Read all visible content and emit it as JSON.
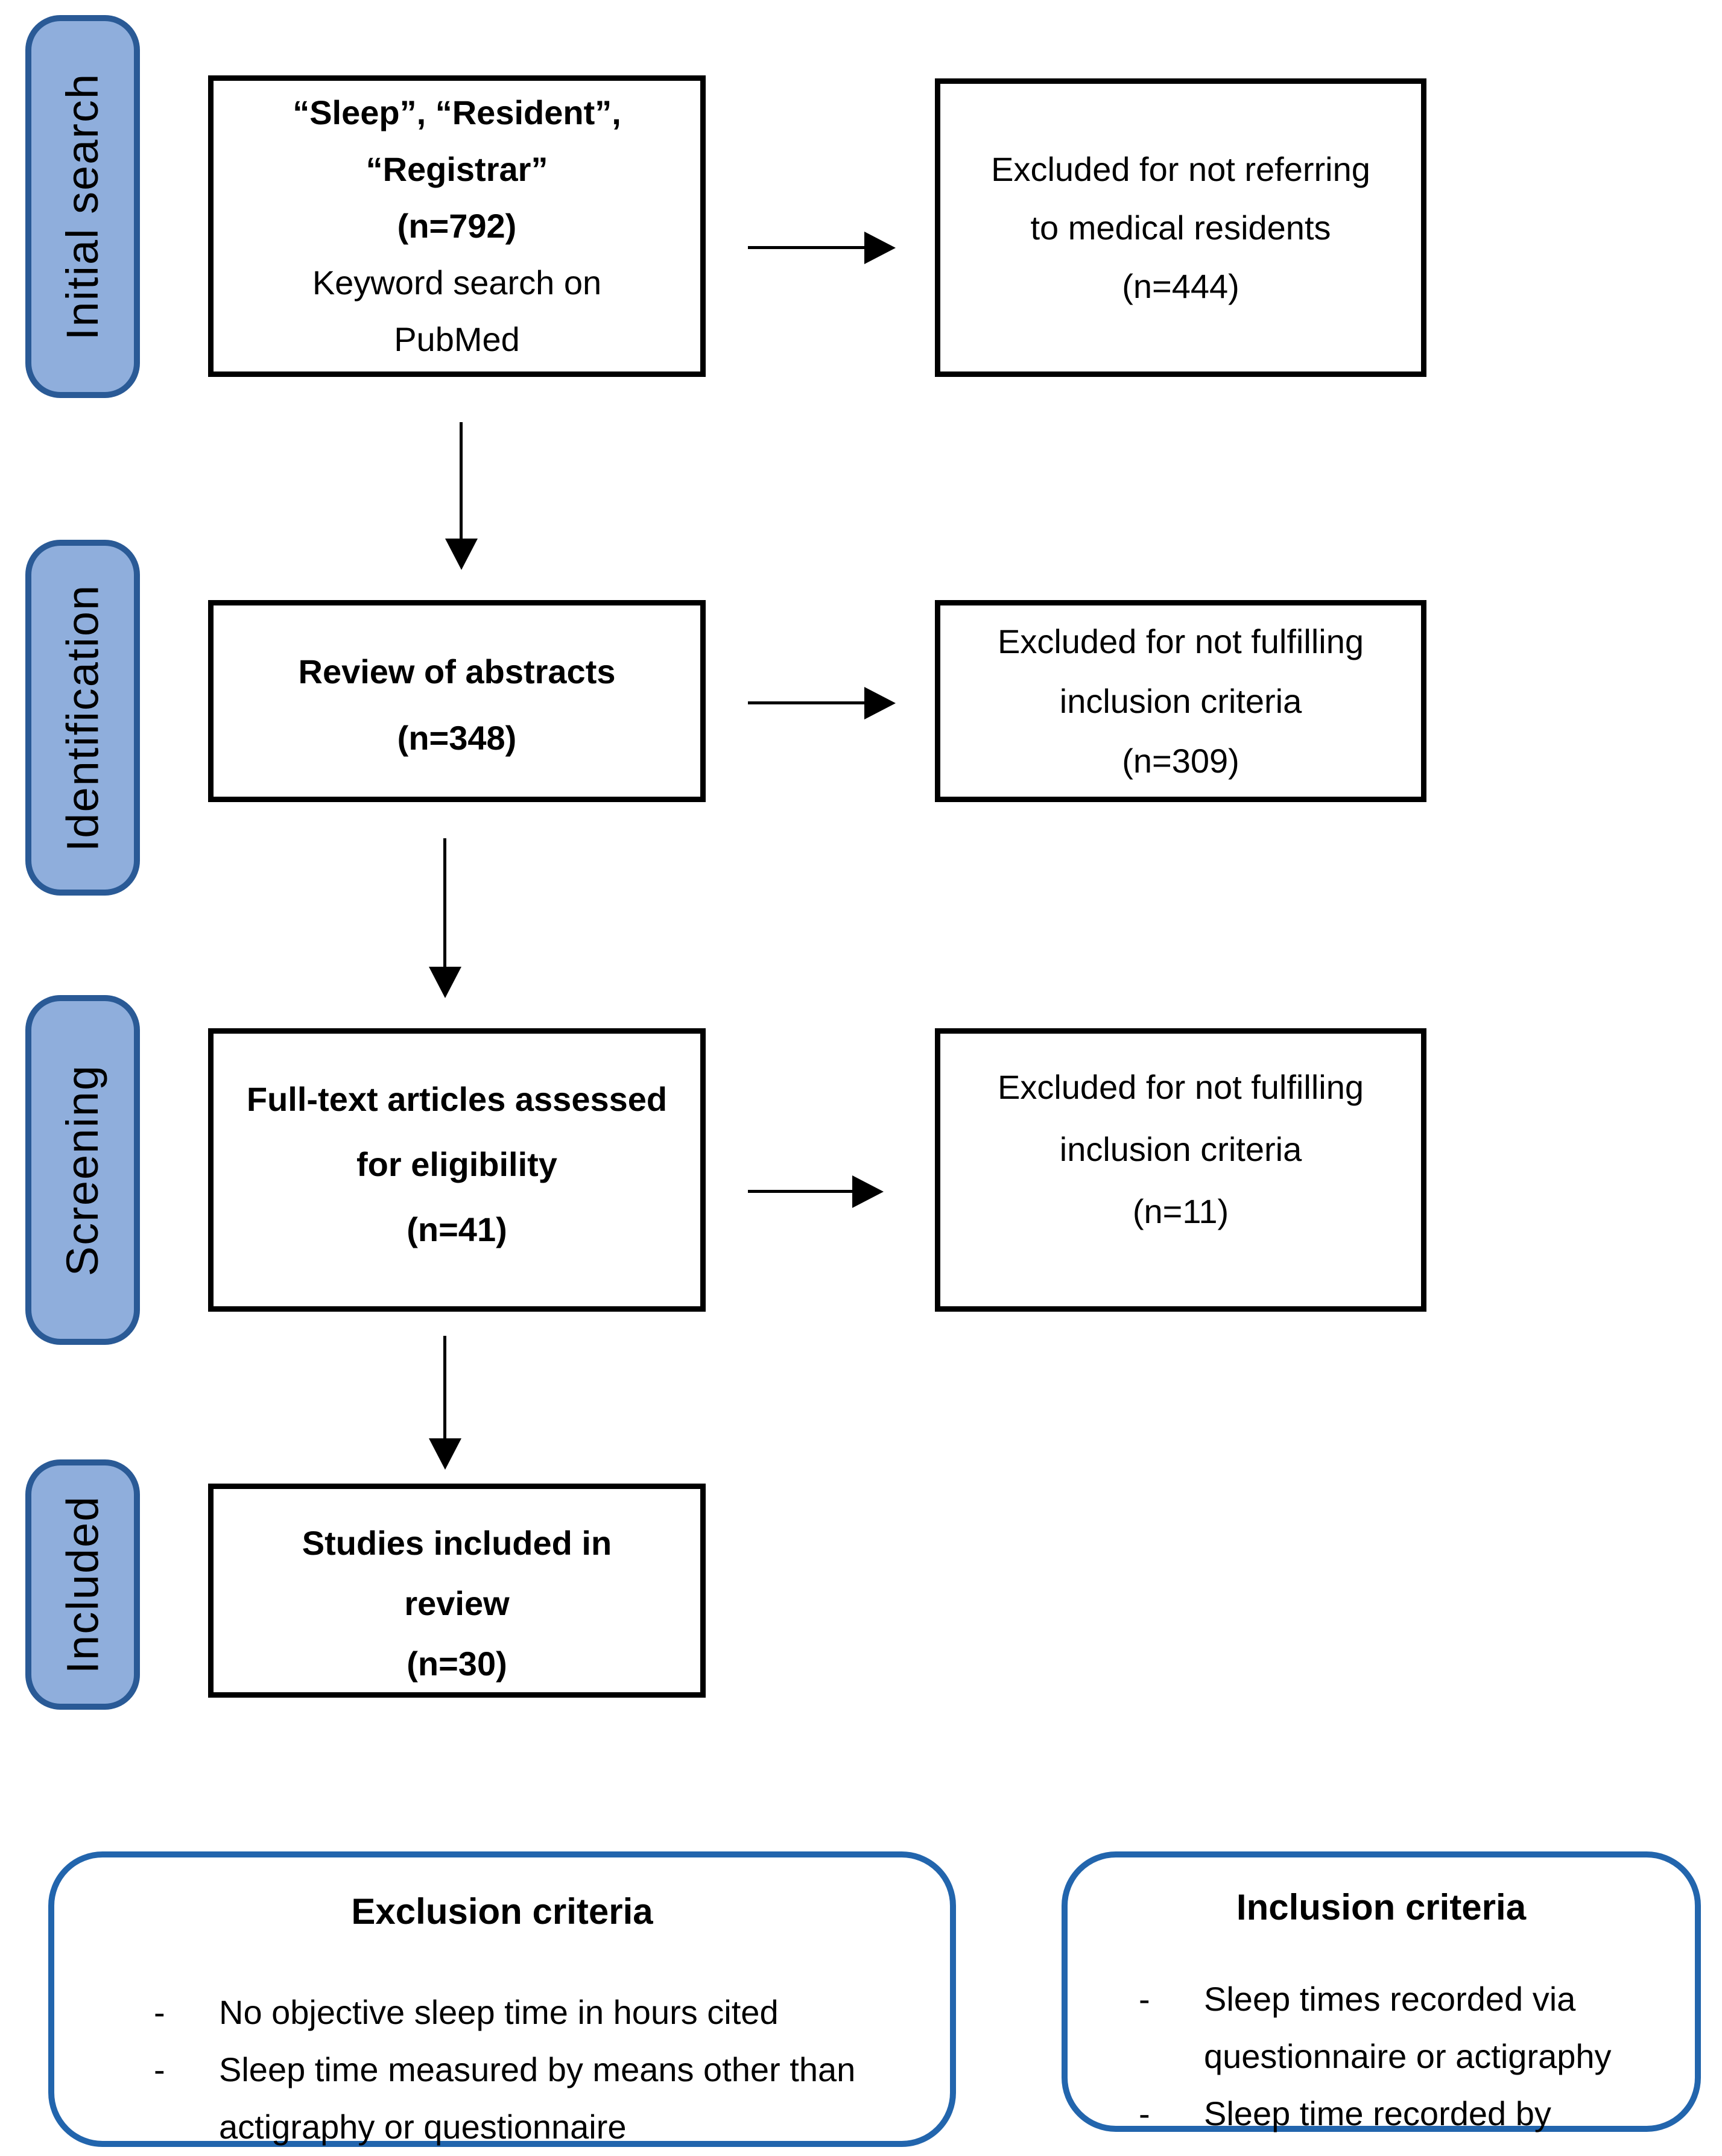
{
  "stages": [
    {
      "label": "Initial search"
    },
    {
      "label": "Identification"
    },
    {
      "label": "Screening"
    },
    {
      "label": "Included"
    }
  ],
  "main_boxes": [
    {
      "lines": [
        "“Sleep”, “Resident”,",
        "“Registrar”",
        "(n=792)",
        "Keyword search on",
        "PubMed"
      ]
    },
    {
      "lines": [
        "Review of abstracts",
        "(n=348)"
      ]
    },
    {
      "lines": [
        "Full-text articles assessed",
        "for eligibility",
        "(n=41)"
      ]
    },
    {
      "lines": [
        "Studies included in",
        "review",
        "(n=30)"
      ]
    }
  ],
  "exclusion_boxes": [
    {
      "lines": [
        "Excluded for not referring",
        "to medical residents",
        "(n=444)"
      ]
    },
    {
      "lines": [
        "Excluded for not fulfilling",
        "inclusion criteria",
        "(n=309)"
      ]
    },
    {
      "lines": [
        "Excluded for not fulfilling",
        "inclusion criteria",
        "(n=11)"
      ]
    }
  ],
  "criteria": {
    "bullet_marker": "-",
    "exclusion": {
      "title": "Exclusion criteria",
      "bullets": [
        "No objective sleep time in hours cited",
        "Sleep time measured by means other than actigraphy or questionnaire"
      ]
    },
    "inclusion": {
      "title": "Inclusion criteria",
      "bullets": [
        "Sleep times recorded via questionnaire or actigraphy",
        "Sleep time recorded by"
      ]
    }
  },
  "colors": {
    "stage_fill": "#8FAEDC",
    "stage_border": "#2A5A96",
    "criteria_border": "#2265AD",
    "box_border": "#000000",
    "arrow": "#000000"
  }
}
